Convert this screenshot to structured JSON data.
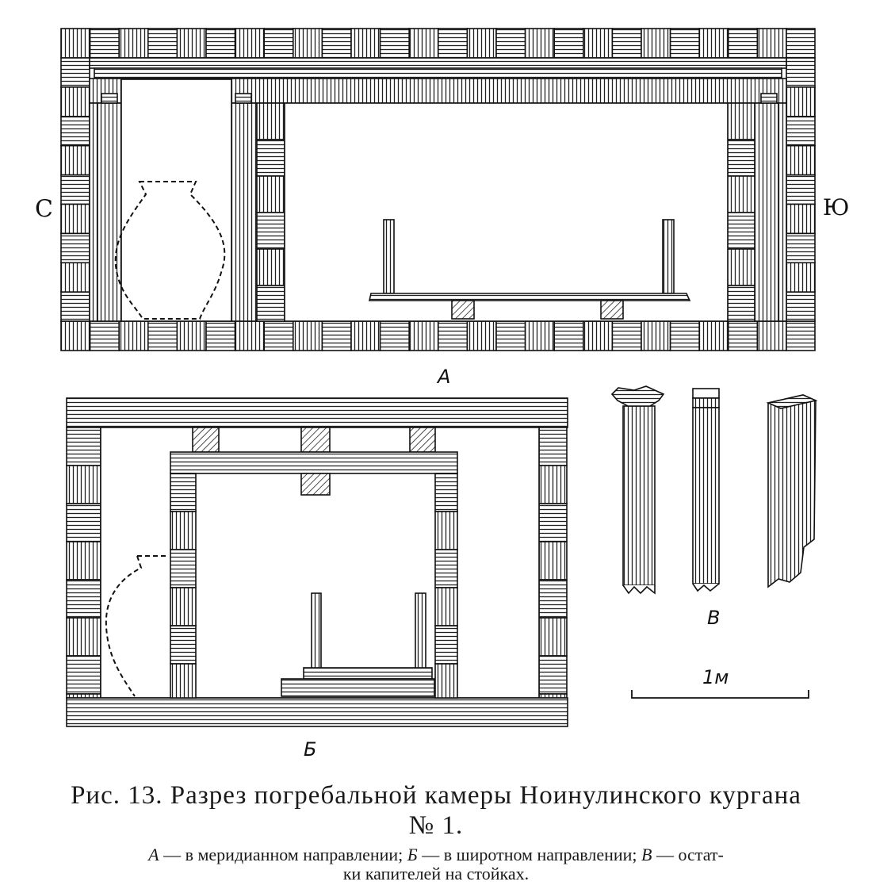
{
  "labels": {
    "north": "С",
    "south": "Ю",
    "section_a": "А",
    "section_b": "Б",
    "section_v": "В",
    "scale": "1м"
  },
  "caption": {
    "title_line1": "Рис. 13. Разрез погребальной камеры Ноинулинского кургана",
    "title_line2": "№ 1.",
    "key_a_letter": "А",
    "key_a_text": " — в меридианном направлении; ",
    "key_b_letter": "Б",
    "key_b_text": " — в широтном направлении; ",
    "key_v_letter": "В",
    "key_v_text": " — остат-",
    "key_line2": "ки капителей на стойках."
  }
}
